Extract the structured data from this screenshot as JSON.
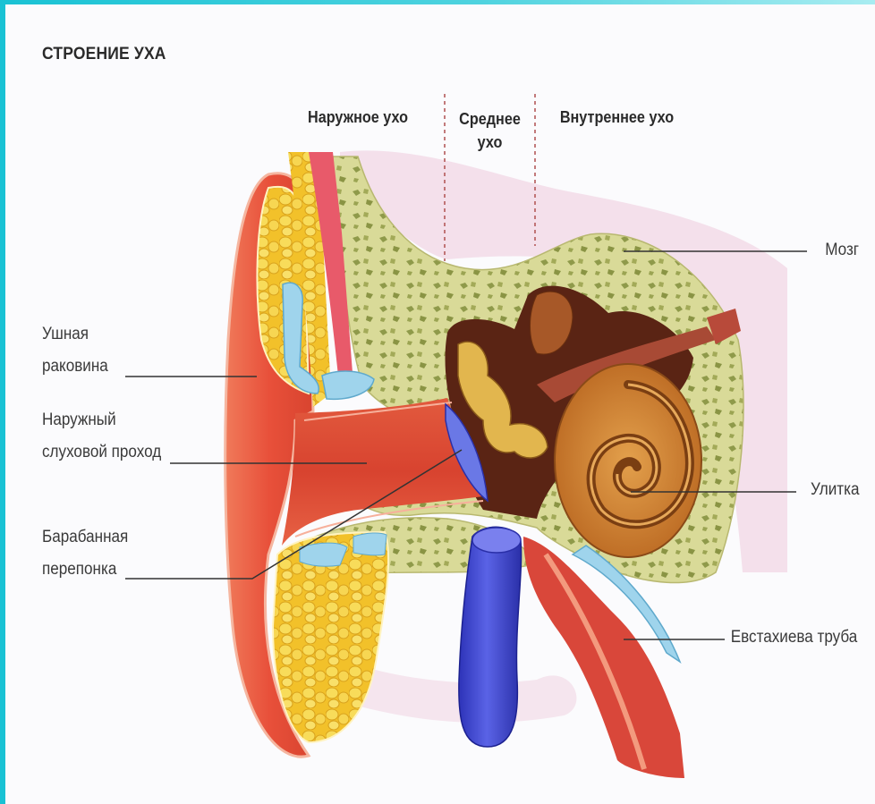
{
  "title": "СТРОЕНИЕ УХА",
  "sections": {
    "outer": "Наружное ухо",
    "middle_1": "Среднее",
    "middle_2": "ухо",
    "inner": "Внутреннее ухо"
  },
  "labels": {
    "pinna_1": "Ушная",
    "pinna_2": "раковина",
    "canal_1": "Наружный",
    "canal_2": "слуховой проход",
    "eardrum_1": "Барабанная",
    "eardrum_2": "перепонка",
    "brain": "Мозг",
    "cochlea": "Улитка",
    "eustachian": "Евстахиева труба"
  },
  "colors": {
    "frame": "#19c2d4",
    "skin": "#e8573f",
    "fat": "#f3c52e",
    "bone": "#d8d996",
    "cartilage": "#8ecfe6",
    "vein": "#3a3fc7",
    "cochlea": "#c9782f",
    "brain": "#f1d9e6"
  }
}
